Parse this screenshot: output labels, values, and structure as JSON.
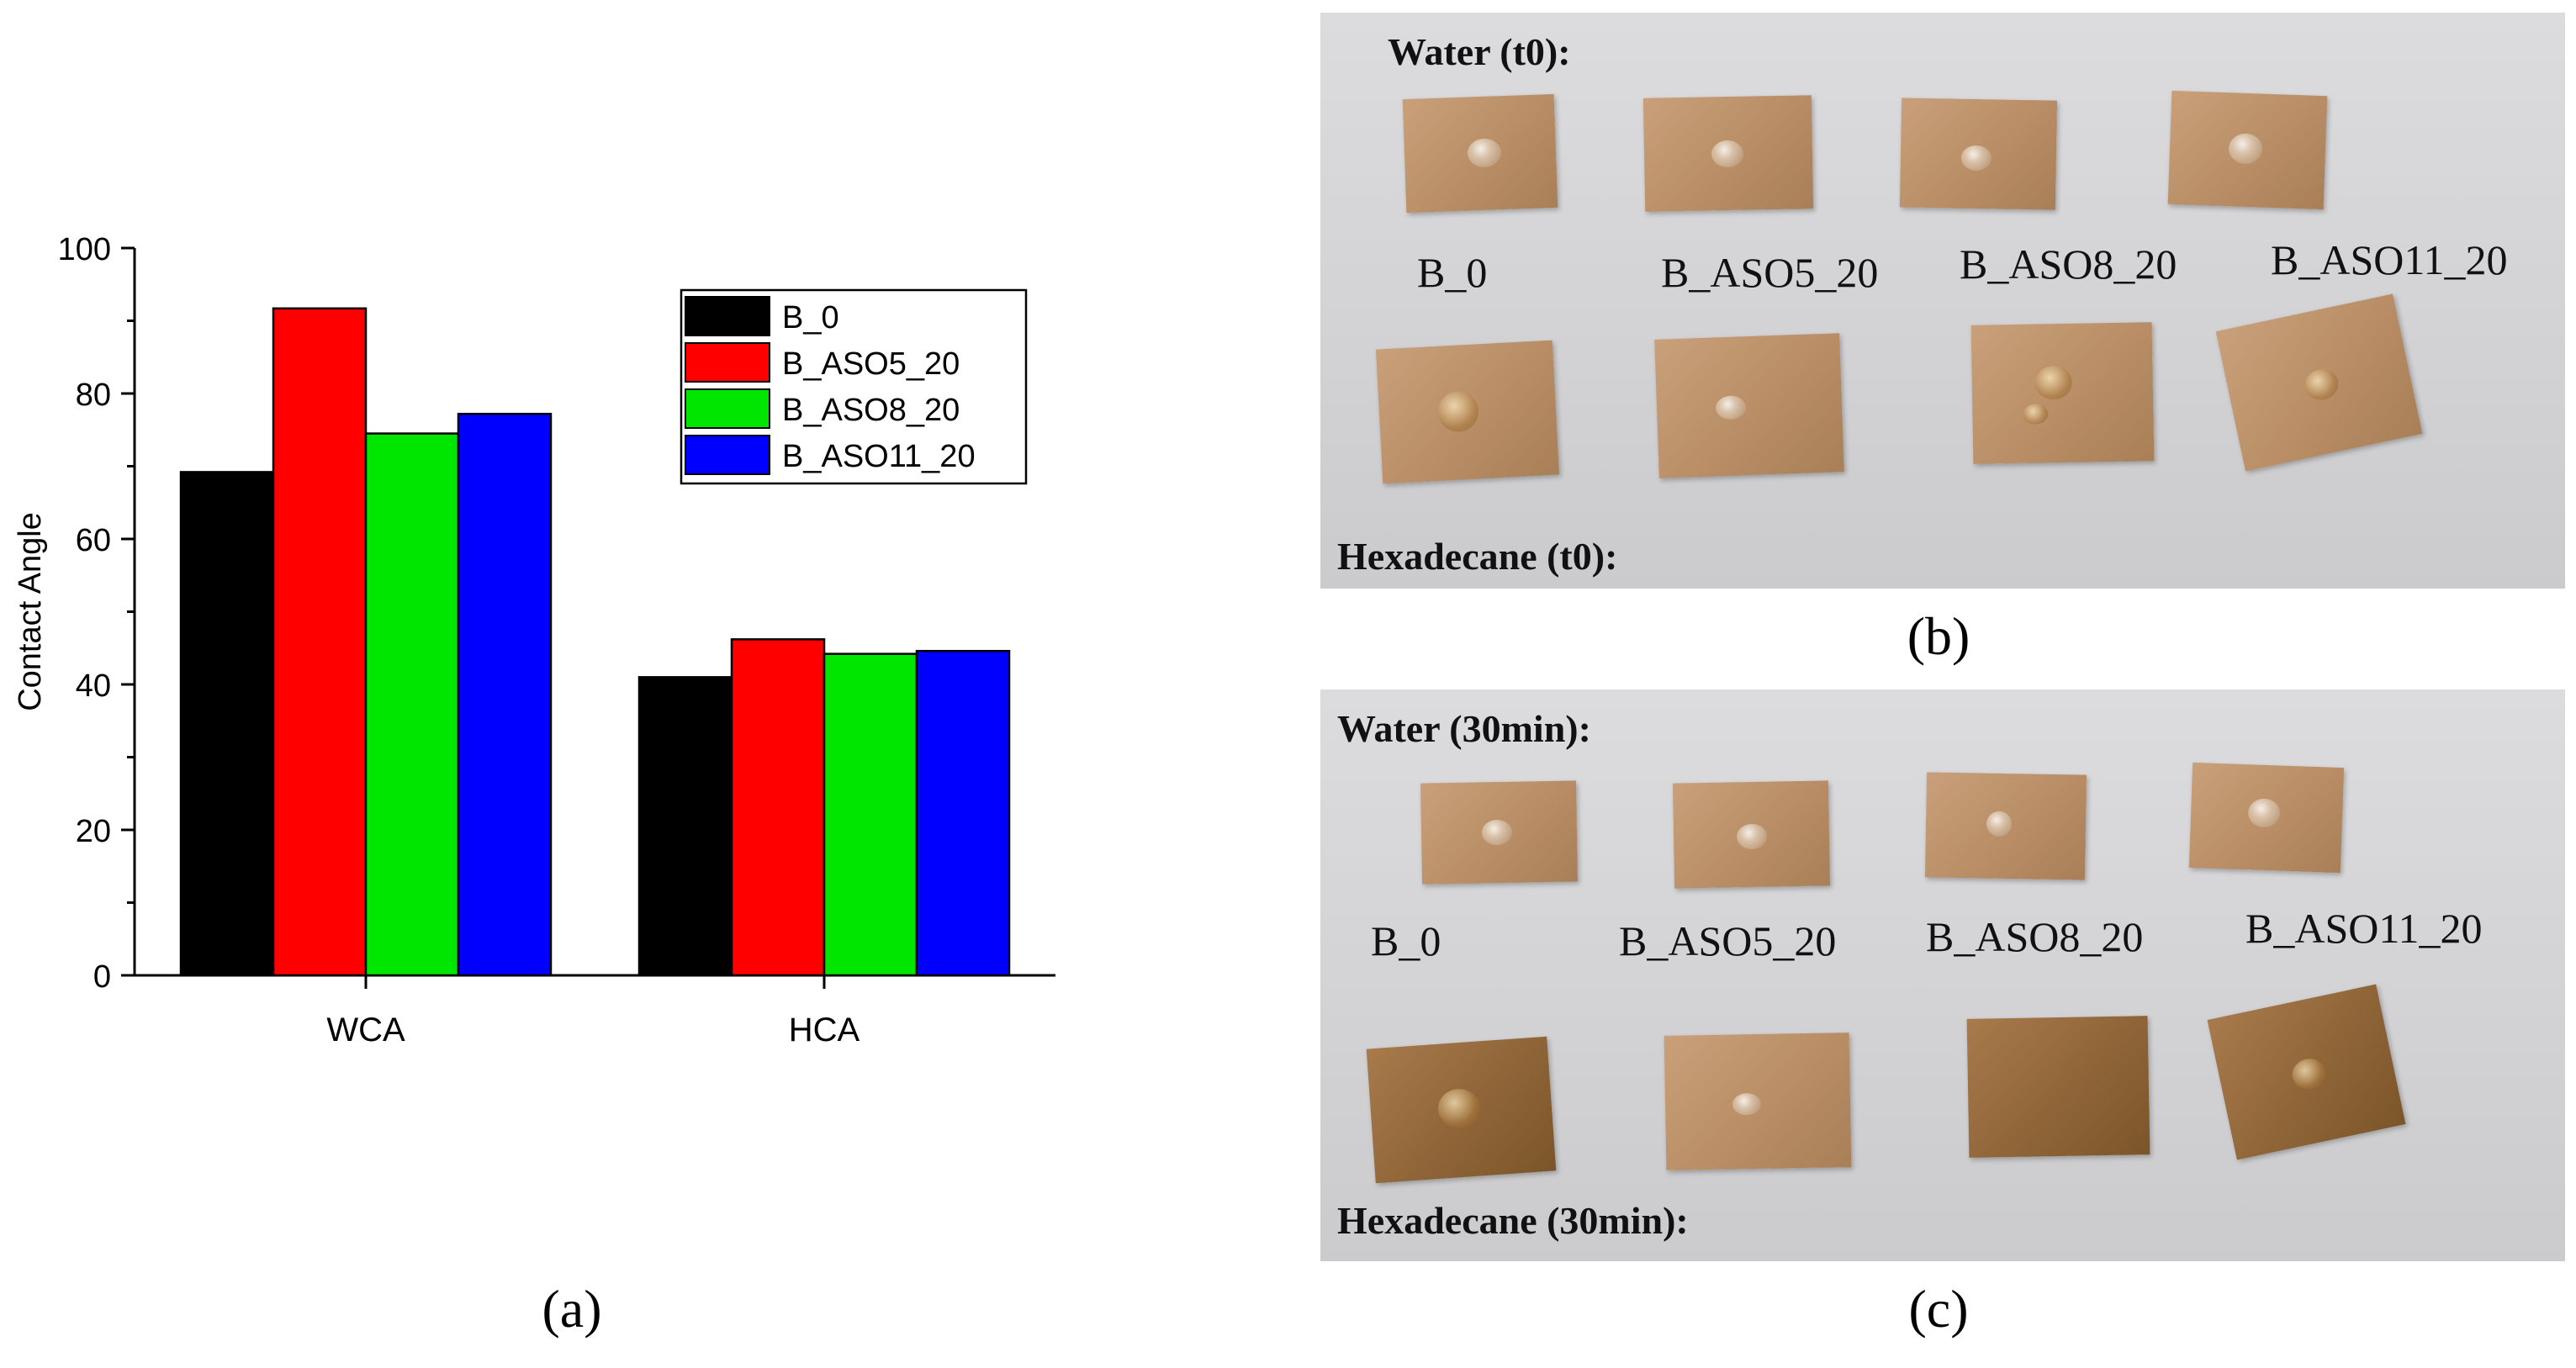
{
  "chart_data": {
    "type": "bar",
    "categories": [
      "WCA",
      "HCA"
    ],
    "series": [
      {
        "name": "B_0",
        "values": [
          69.2,
          41.0
        ],
        "color": "#000000"
      },
      {
        "name": "B_ASO5_20",
        "values": [
          91.7,
          46.2
        ],
        "color": "#ff0000"
      },
      {
        "name": "B_ASO8_20",
        "values": [
          74.5,
          44.2
        ],
        "color": "#00e600"
      },
      {
        "name": "B_ASO11_20",
        "values": [
          77.2,
          44.6
        ],
        "color": "#0000ff"
      }
    ],
    "xlabel": "",
    "ylabel": "Contact Angle",
    "ylim": [
      0,
      100
    ],
    "yticks": [
      "0",
      "20",
      "40",
      "60",
      "80",
      "100"
    ],
    "legend_position": "top-right",
    "grid": false
  },
  "panel_a": {
    "caption": "(a)"
  },
  "panel_b": {
    "caption": "(b)",
    "top_label": "Water (t0):",
    "bottom_label": "Hexadecane (t0):",
    "samples": [
      "B_0",
      "B_ASO5_20",
      "B_ASO8_20",
      "B_ASO11_20"
    ]
  },
  "panel_c": {
    "caption": "(c)",
    "top_label": "Water (30min):",
    "bottom_label": "Hexadecane (30min):",
    "samples": [
      "B_0",
      "B_ASO5_20",
      "B_ASO8_20",
      "B_ASO11_20"
    ]
  }
}
